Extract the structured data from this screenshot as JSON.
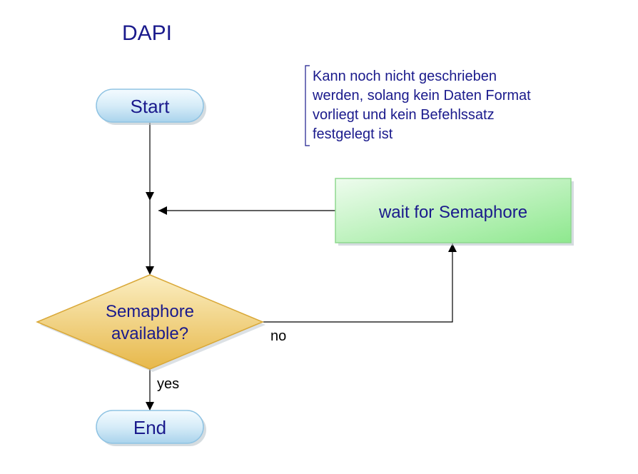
{
  "title": "DAPI",
  "note": "Kann noch nicht geschrieben\nwerden, solang kein Daten Format\nvorliegt und kein Befehlssatz\nfestgelegt ist",
  "nodes": {
    "start": "Start",
    "wait": "wait for Semaphore",
    "decision_line1": "Semaphore",
    "decision_line2": "available?",
    "end": "End"
  },
  "edges": {
    "no": "no",
    "yes": "yes"
  },
  "colors": {
    "text_blue": "#1a1a8c",
    "terminator_fill": "#d9eef9",
    "process_fill": "#c8f5c8",
    "decision_fill": "#f2d27a"
  }
}
